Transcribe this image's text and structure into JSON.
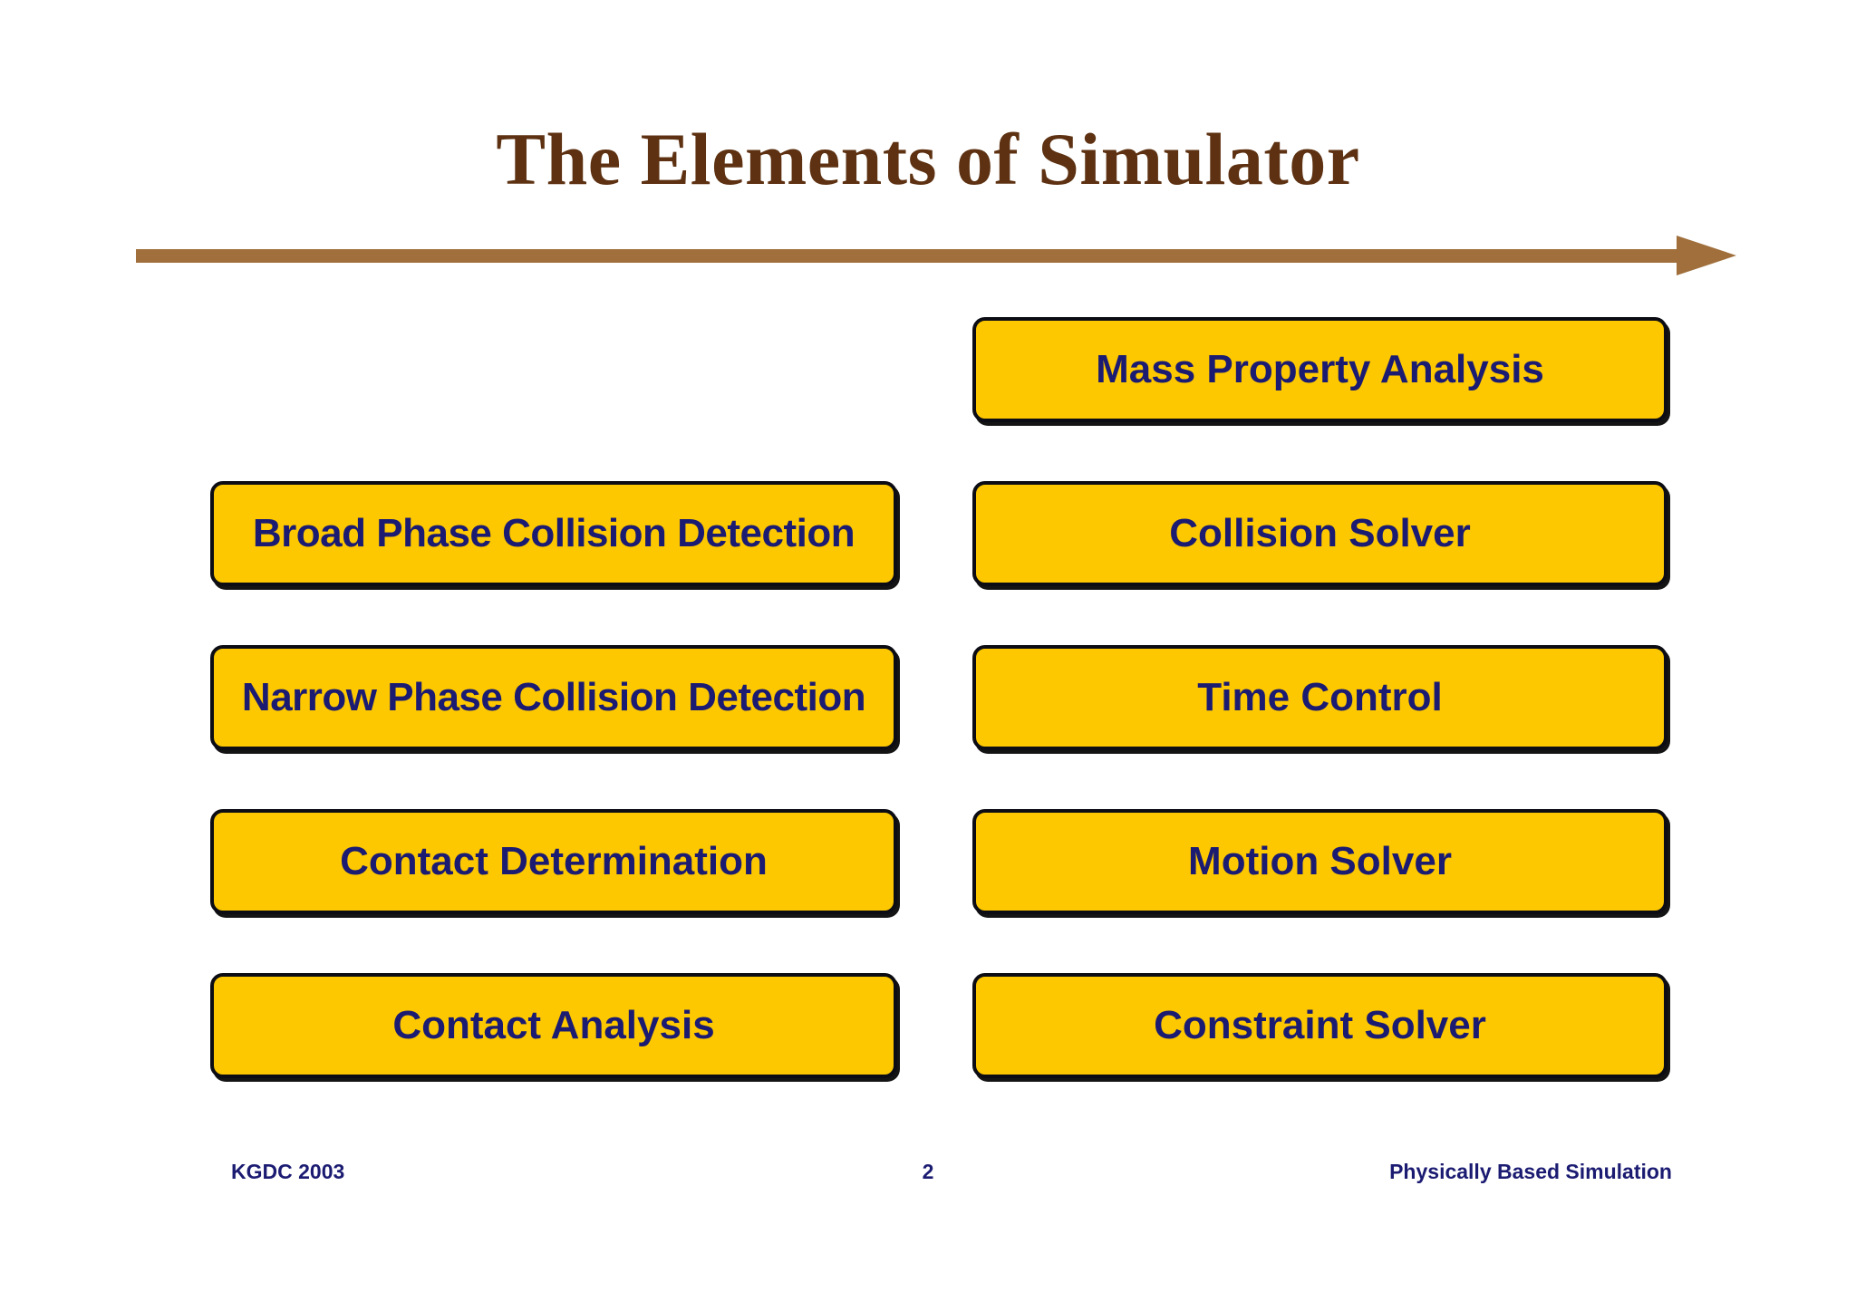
{
  "slide": {
    "title": "The Elements of Simulator",
    "background_color": "#ffffff",
    "title_color": "#5d3111",
    "arrow_color": "#a06f3c",
    "box_fill_color": "#fdc800",
    "box_border_color": "#0c0c14",
    "box_text_color": "#1b1b72"
  },
  "diagram": {
    "left_column": [
      {
        "label": "Broad Phase Collision Detection"
      },
      {
        "label": "Narrow Phase Collision Detection"
      },
      {
        "label": "Contact Determination"
      },
      {
        "label": "Contact Analysis"
      }
    ],
    "right_column": [
      {
        "label": "Mass Property Analysis"
      },
      {
        "label": "Collision Solver"
      },
      {
        "label": "Time Control"
      },
      {
        "label": "Motion Solver"
      },
      {
        "label": "Constraint Solver"
      }
    ]
  },
  "footer": {
    "left": "KGDC 2003",
    "page_number": "2",
    "right": "Physically Based Simulation"
  }
}
